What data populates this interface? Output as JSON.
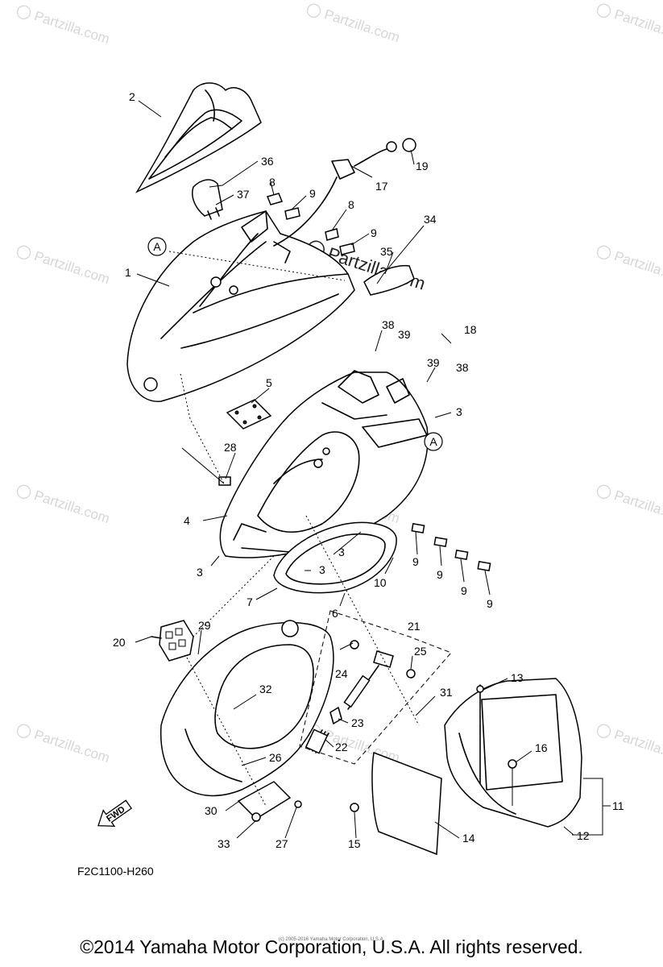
{
  "watermark": {
    "text": "Partzilla.com",
    "center_text": "Partzilla.com"
  },
  "diagram_code": "F2C1100-H260",
  "fwd_label": "FWD",
  "view_marker": "A",
  "part_numbers": {
    "p1": "1",
    "p2": "2",
    "p3a": "3",
    "p3b": "3",
    "p3c": "3",
    "p3d": "3",
    "p4": "4",
    "p5": "5",
    "p6": "6",
    "p7": "7",
    "p8a": "8",
    "p8b": "8",
    "p9a": "9",
    "p9b": "9",
    "p9c": "9",
    "p9d": "9",
    "p9e": "9",
    "p9f": "9",
    "p10": "10",
    "p11": "11",
    "p12": "12",
    "p13": "13",
    "p14": "14",
    "p15": "15",
    "p16": "16",
    "p17": "17",
    "p18": "18",
    "p19": "19",
    "p20": "20",
    "p21": "21",
    "p22": "22",
    "p23": "23",
    "p24": "24",
    "p25": "25",
    "p26": "26",
    "p27": "27",
    "p28": "28",
    "p29": "29",
    "p30": "30",
    "p31": "31",
    "p32": "32",
    "p33": "33",
    "p34": "34",
    "p35": "35",
    "p36": "36",
    "p37": "37",
    "p38a": "38",
    "p38b": "38",
    "p39a": "39",
    "p39b": "39"
  },
  "footer": {
    "copyright": "©2014 Yamaha Motor Corporation, U.S.A. All rights reserved.",
    "fine_print": "(c) 2005-2016 Yamaha Motor Corporation, U.S.A."
  }
}
